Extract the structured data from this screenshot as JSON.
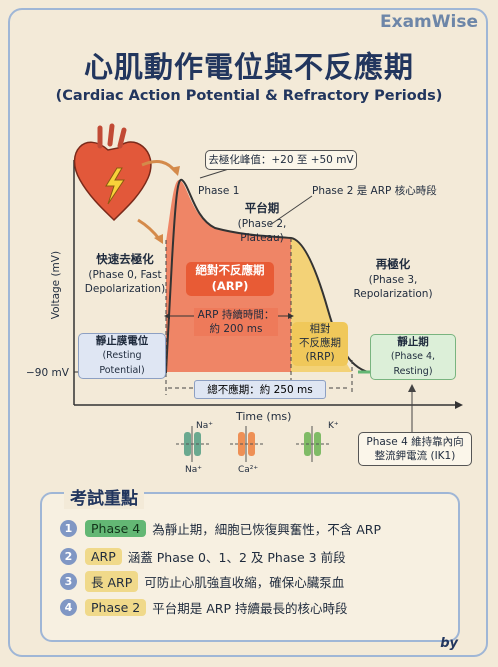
{
  "brand": "ExamWise",
  "title": "心肌動作電位與不反應期",
  "subtitle": "(Cardiac Action Potential & Refractory Periods)",
  "diagram": {
    "peak_note": "去極化峰值：+20 至 +50 mV",
    "phase1": "Phase 1",
    "phase2_note": "Phase 2 是 ARP 核心時段",
    "plateau_title": "平台期",
    "plateau_sub": "(Phase 2, Plateau)",
    "phase0_title": "快速去極化",
    "phase0_sub1": "(Phase 0, Fast",
    "phase0_sub2": "Depolarization)",
    "repol_title": "再極化",
    "repol_sub": "(Phase 3, Repolarization)",
    "arp_title": "絕對不反應期",
    "arp_sub": "(ARP)",
    "arp_dur1": "ARP 持續時間：",
    "arp_dur2": "約 200 ms",
    "rrp_line1": "相對",
    "rrp_line2": "不反應期",
    "rrp_line3": "(RRP)",
    "resting_title": "靜止膜電位",
    "resting_sub": "(Resting Potential)",
    "phase4_title": "靜止期",
    "phase4_sub": "(Phase 4, Resting)",
    "baseline": "−90 mV",
    "y_axis": "Voltage (mV)",
    "x_axis": "Time (ms)",
    "total_refractory": "總不應期：約 250 ms",
    "ion_na_top": "Na⁺",
    "ion_na_bottom": "Na⁺",
    "ion_ca": "Ca²⁺",
    "ion_k": "K⁺",
    "phase4_note1": "Phase 4 維持靠內向",
    "phase4_note2": "整流鉀電流 (IK1)"
  },
  "key_points": {
    "heading": "考試重點",
    "items": [
      {
        "num": "1",
        "tag": "Phase 4",
        "text": "為靜止期，細胞已恢復興奮性，不含 ARP"
      },
      {
        "num": "2",
        "tag": "ARP",
        "text": "涵蓋 Phase 0、1、2 及 Phase 3 前段"
      },
      {
        "num": "3",
        "tag": "長 ARP",
        "text": "可防止心肌強直收縮，確保心臟泵血"
      },
      {
        "num": "4",
        "tag": "Phase 2",
        "text": "平台期是 ARP 持續最長的核心時段"
      }
    ]
  },
  "footer": "by",
  "colors": {
    "arp": "#ee7a5a",
    "rrp": "#f3d277",
    "resting": "#63b774",
    "accent": "#22365e"
  }
}
